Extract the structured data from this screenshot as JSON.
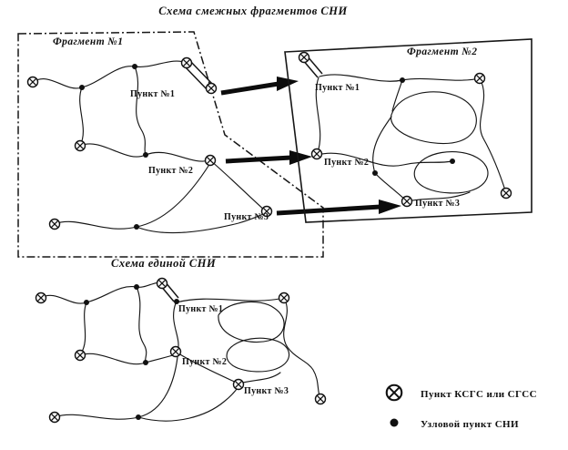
{
  "title": "Схема смежных фрагментов СНИ",
  "fragment1": {
    "label": "Фрагмент №1",
    "point1": "Пункт №1",
    "point2": "Пункт №2",
    "point3": "Пункт №3"
  },
  "fragment2": {
    "label": "Фрагмент №2",
    "point1": "Пункт №1",
    "point2": "Пункт №2",
    "point3": "Пункт №3"
  },
  "unified": {
    "label": "Схема единой СНИ",
    "point1": "Пункт №1",
    "point2": "Пункт №2",
    "point3": "Пункт №3"
  },
  "legend": {
    "kcgs_label": "Пункт КСГС или СГСС",
    "nodal_label": "Узловой пункт СНИ",
    "kcgs_symbol": "circled-x-marker",
    "nodal_symbol": "filled-dot-marker"
  },
  "colors": {
    "ink": "#111111",
    "paper": "#ffffff"
  }
}
